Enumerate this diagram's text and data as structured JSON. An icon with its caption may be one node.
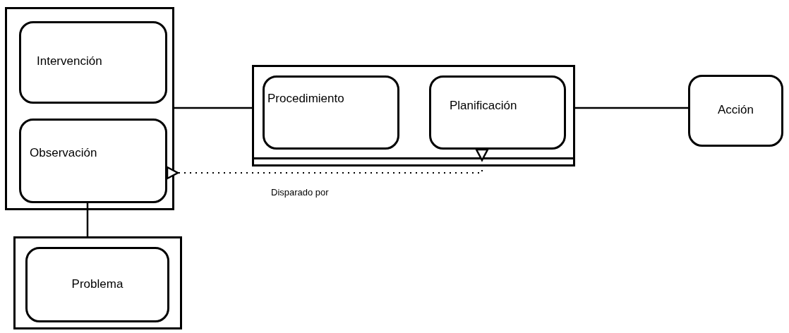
{
  "diagram": {
    "nodes": [
      {
        "text": [],
        "shape": "box"
      },
      {
        "text": [
          "Intervención"
        ],
        "in": 0
      },
      {
        "text": [
          "Observación"
        ],
        "in": 0
      },
      {
        "text": [],
        "shape": "box"
      },
      {
        "text": [
          "Procedimiento"
        ],
        "in": 3
      },
      {
        "text": [
          "Planificación"
        ],
        "in": 3
      },
      {
        "text": [
          "Acción"
        ]
      },
      {
        "text": [],
        "shape": "box"
      },
      {
        "text": [
          "Problema"
        ],
        "in": 7
      }
    ],
    "edges": [
      {
        "from": 0,
        "to": 3,
        "arrow": "none"
      },
      {
        "from": 3,
        "to": 6,
        "arrow": "none"
      },
      {
        "from": 2,
        "to": 7,
        "arrow": "none"
      },
      {
        "from": 2,
        "to": 5,
        "arrow": "other",
        "style": "dashed",
        "label": "Disparado por"
      }
    ]
  }
}
